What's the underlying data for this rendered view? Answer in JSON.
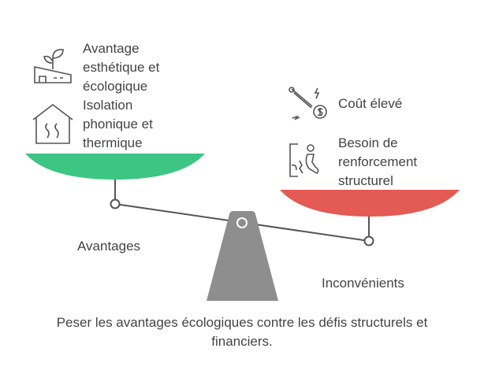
{
  "advantages": {
    "label": "Avantages",
    "items": [
      {
        "lines": [
          "Avantage",
          "esthétique et",
          "écologique"
        ],
        "icon": "green-roof-house-icon"
      },
      {
        "lines": [
          "Isolation",
          "phonique et",
          "thermique"
        ],
        "icon": "heated-house-icon"
      }
    ],
    "color": "#3DC584"
  },
  "disadvantages": {
    "label": "Inconvénients",
    "items": [
      {
        "lines": [
          "Coût élevé"
        ],
        "icon": "rocket-cost-icon"
      },
      {
        "lines": [
          "Besoin de",
          "renforcement",
          "structurel"
        ],
        "icon": "structural-crack-icon"
      }
    ],
    "color": "#E45A54"
  },
  "caption": {
    "lines": [
      "Peser les avantages écologiques contre les défis structurels et",
      "financiers."
    ]
  }
}
